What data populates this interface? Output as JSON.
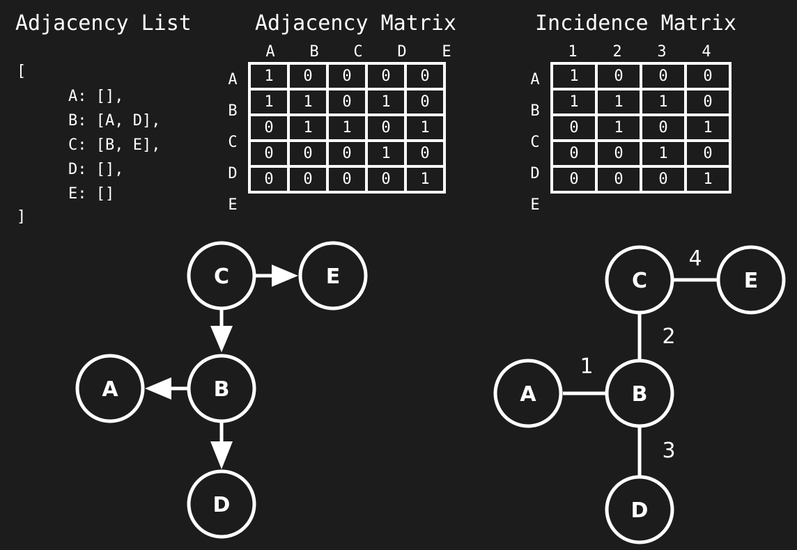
{
  "adjacency_list": {
    "title": "Adjacency List",
    "open": "[",
    "entries": [
      "A: [],",
      "B: [A, D],",
      "C: [B, E],",
      "D: [],",
      "E: []"
    ],
    "close": "]"
  },
  "adjacency_matrix": {
    "title": "Adjacency Matrix",
    "col_headers": [
      "A",
      "B",
      "C",
      "D",
      "E"
    ],
    "row_headers": [
      "A",
      "B",
      "C",
      "D",
      "E"
    ],
    "rows": [
      [
        "1",
        "0",
        "0",
        "0",
        "0"
      ],
      [
        "1",
        "1",
        "0",
        "1",
        "0"
      ],
      [
        "0",
        "1",
        "1",
        "0",
        "1"
      ],
      [
        "0",
        "0",
        "0",
        "1",
        "0"
      ],
      [
        "0",
        "0",
        "0",
        "0",
        "1"
      ]
    ]
  },
  "incidence_matrix": {
    "title": "Incidence Matrix",
    "col_headers": [
      "1",
      "2",
      "3",
      "4"
    ],
    "row_headers": [
      "A",
      "B",
      "C",
      "D",
      "E"
    ],
    "rows": [
      [
        "1",
        "0",
        "0",
        "0"
      ],
      [
        "1",
        "1",
        "1",
        "0"
      ],
      [
        "0",
        "1",
        "0",
        "1"
      ],
      [
        "0",
        "0",
        "1",
        "0"
      ],
      [
        "0",
        "0",
        "0",
        "1"
      ]
    ]
  },
  "directed_graph": {
    "nodes": [
      "C",
      "E",
      "B",
      "A",
      "D"
    ],
    "edges": [
      {
        "from": "C",
        "to": "E"
      },
      {
        "from": "C",
        "to": "B"
      },
      {
        "from": "B",
        "to": "A"
      },
      {
        "from": "B",
        "to": "D"
      }
    ]
  },
  "undirected_graph": {
    "nodes": [
      "C",
      "E",
      "B",
      "A",
      "D"
    ],
    "edges": [
      {
        "from": "A",
        "to": "B",
        "label": "1"
      },
      {
        "from": "B",
        "to": "C",
        "label": "2"
      },
      {
        "from": "B",
        "to": "D",
        "label": "3"
      },
      {
        "from": "C",
        "to": "E",
        "label": "4"
      }
    ]
  },
  "colors": {
    "background": "#1c1c1c",
    "foreground": "#ffffff"
  }
}
